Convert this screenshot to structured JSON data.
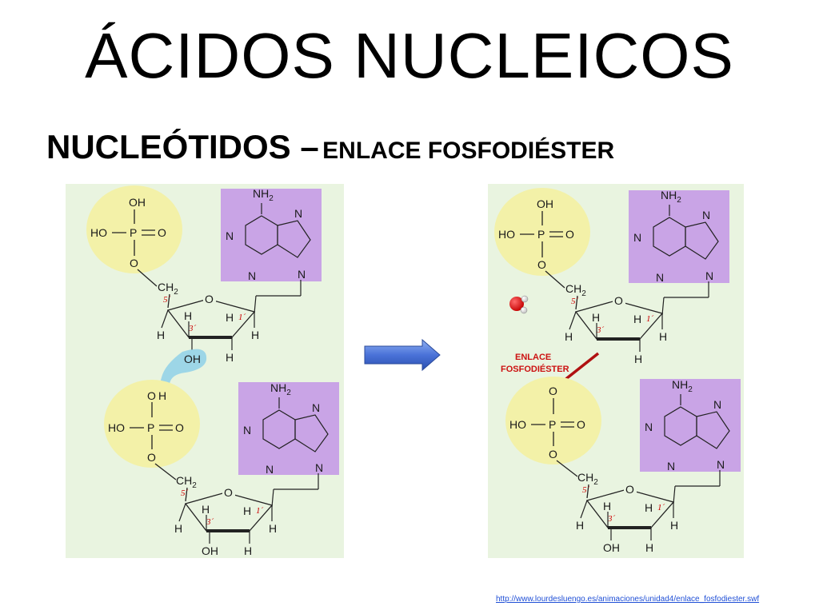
{
  "title": "ÁCIDOS NUCLEICOS",
  "subtitle": {
    "main": "NUCLEÓTIDOS –",
    "secondary": "ENLACE FOSFODIÉSTER"
  },
  "chem": {
    "phosphate_oh": "OH",
    "phosphate_ho": "HO",
    "phosphate_p": "P",
    "phosphate_o": "O",
    "amine": "NH",
    "amine_sub": "2",
    "n": "N",
    "ch2": "CH",
    "ch2_sub": "2",
    "h": "H",
    "oh": "OH",
    "h_leaving": "H",
    "pos_5": "5´",
    "pos_1": "1´",
    "pos_3": "3´"
  },
  "bond_label": {
    "line1": "ENLACE",
    "line2": "FOSFODIÉSTER"
  },
  "source_link": "http://www.lourdesluengo.es/animaciones/unidad4/enlace_fosfodiester.swf",
  "colors": {
    "panel_bg": "#e9f4e0",
    "phosphate": "#f3f1a8",
    "base": "#c9a4e6",
    "highlight": "#8fd0e8",
    "bond": "#b01111",
    "arrow": "#4a72d8"
  }
}
